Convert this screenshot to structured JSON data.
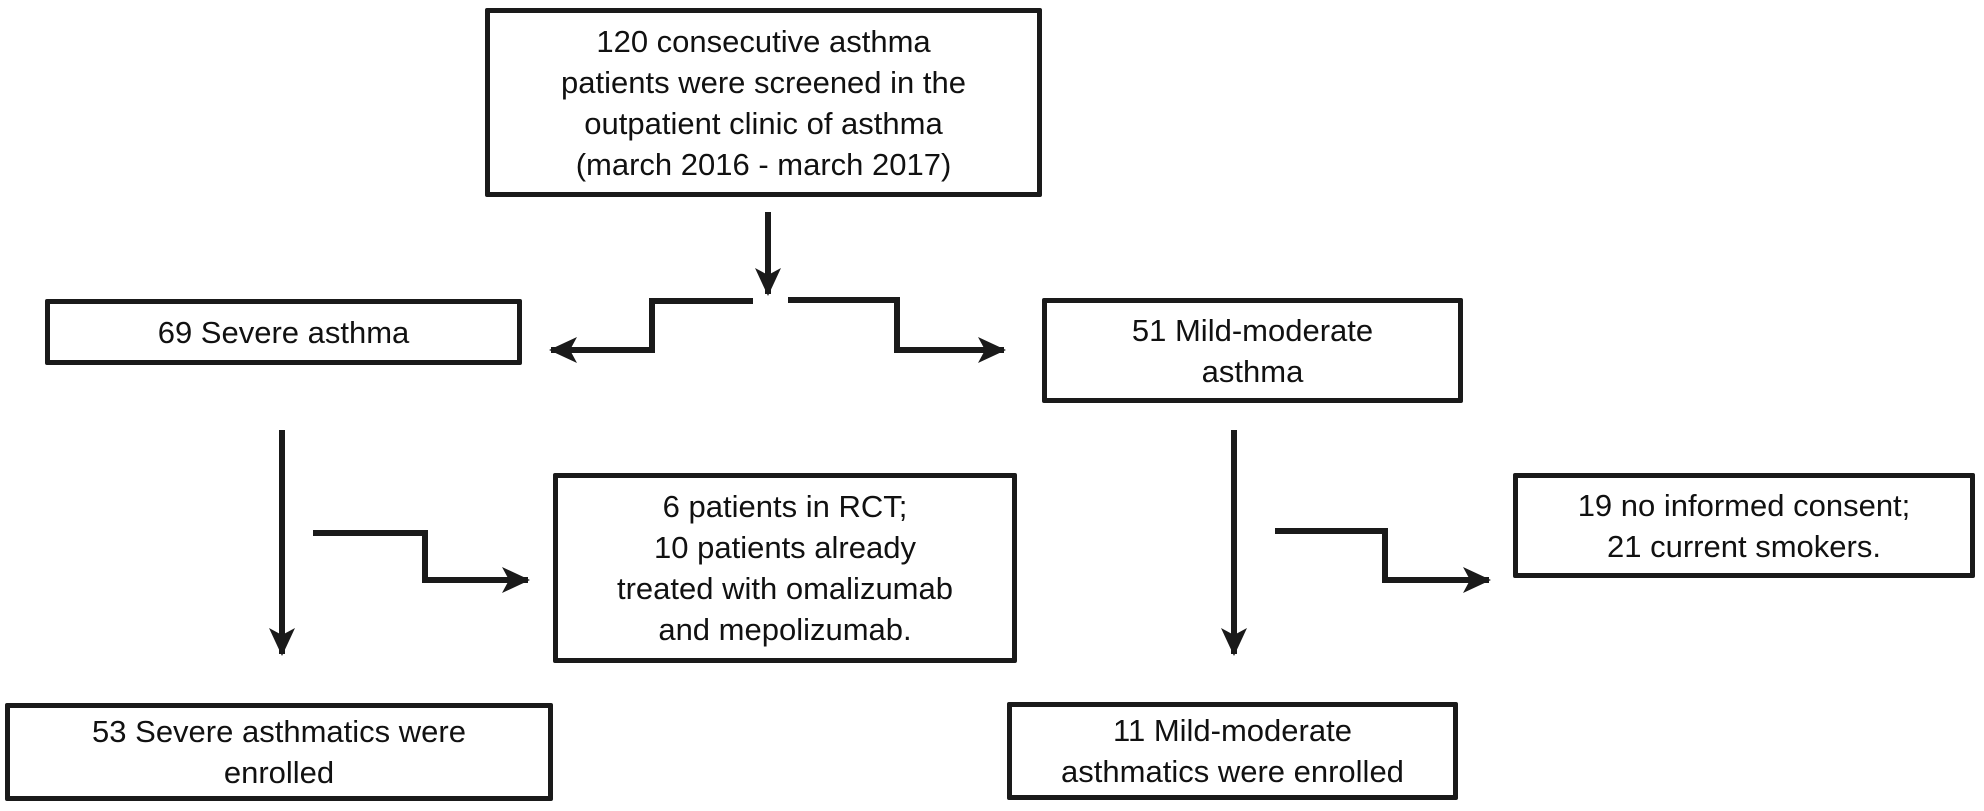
{
  "diagram": {
    "kind": "patient-enrollment-flowchart",
    "background_color": "#ffffff",
    "line_color": "#1a1a1a",
    "text_color": "#111111",
    "nodes": {
      "screened": {
        "text": "120 consecutive asthma\npatients were screened in the\noutpatient clinic of asthma\n(march 2016 - march 2017)",
        "count": 120
      },
      "severe": {
        "text": "69 Severe asthma",
        "count": 69
      },
      "mild_moderate": {
        "text": "51 Mild-moderate\nasthma",
        "count": 51
      },
      "severe_excluded": {
        "text": "6 patients in RCT;\n10 patients already\ntreated with omalizumab\nand mepolizumab.",
        "counts": [
          6,
          10
        ]
      },
      "mild_excluded": {
        "text": "19 no informed consent;\n21 current smokers.",
        "counts": [
          19,
          21
        ]
      },
      "severe_enrolled": {
        "text": "53 Severe asthmatics were\nenrolled",
        "count": 53
      },
      "mild_enrolled": {
        "text": "11 Mild-moderate\nasthmatics were enrolled",
        "count": 11
      }
    },
    "edges": [
      {
        "from": "screened",
        "to": "severe"
      },
      {
        "from": "screened",
        "to": "mild_moderate"
      },
      {
        "from": "severe",
        "to": "severe_excluded"
      },
      {
        "from": "severe",
        "to": "severe_enrolled"
      },
      {
        "from": "mild_moderate",
        "to": "mild_excluded"
      },
      {
        "from": "mild_moderate",
        "to": "mild_enrolled"
      }
    ]
  }
}
